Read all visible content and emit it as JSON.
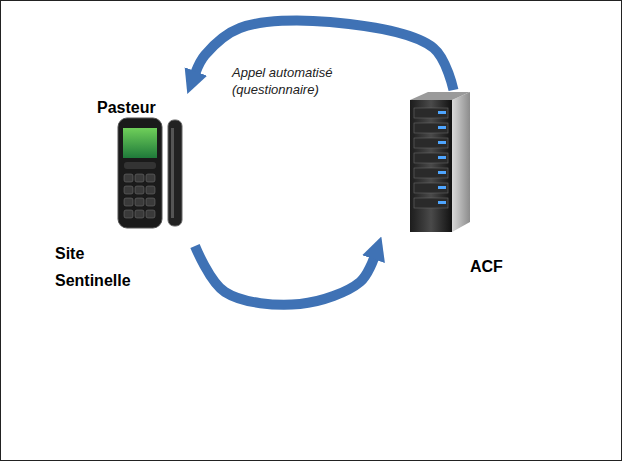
{
  "diagram": {
    "nodes": [
      {
        "text": [
          "Pasteur",
          "Site Sentinelle"
        ]
      },
      {
        "text": [
          "ACF"
        ]
      }
    ],
    "edges": [
      {
        "from": 1,
        "to": 0,
        "arrow": "to",
        "label": "Appel automatisé (questionnaire)"
      },
      {
        "from": 0,
        "to": 1,
        "arrow": "to"
      }
    ]
  }
}
